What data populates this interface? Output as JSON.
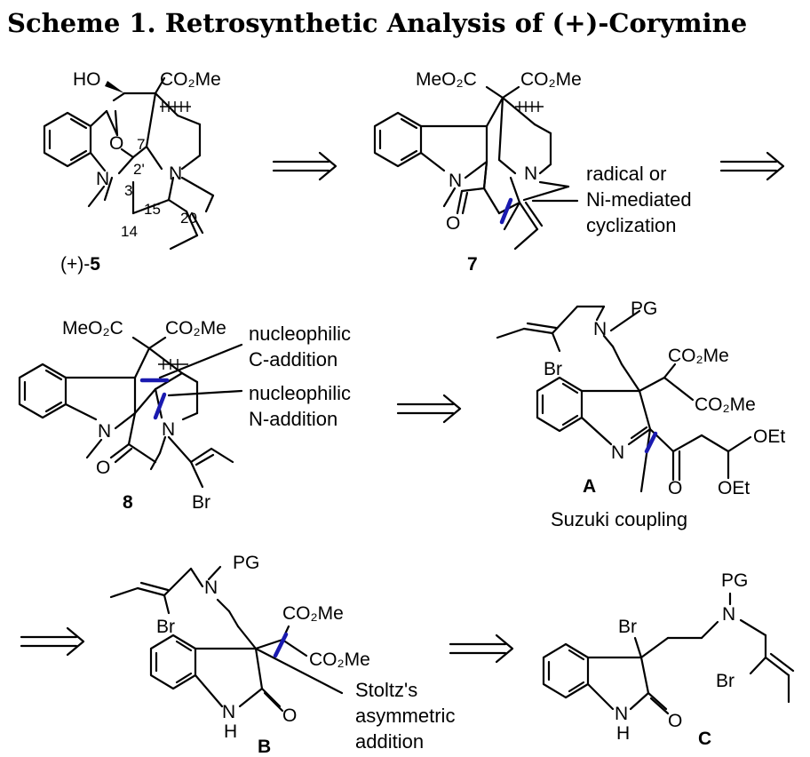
{
  "title": "Scheme 1. Retrosynthetic Analysis of (+)-Corymine",
  "compounds": {
    "c5": {
      "prefix": "(+)-",
      "number": "5"
    },
    "c7": {
      "number": "7"
    },
    "c8": {
      "number": "8"
    },
    "cA": {
      "number": "A"
    },
    "cB": {
      "number": "B"
    },
    "cC": {
      "number": "C"
    }
  },
  "atom_labels": {
    "HO": "HO",
    "CO2Me": "CO₂Me",
    "MeO2C": "MeO₂C",
    "O": "O",
    "N": "N",
    "H": "H",
    "Br": "Br",
    "PG": "PG",
    "OEt": "OEt"
  },
  "numbering": {
    "n7": "7",
    "n2": "2'",
    "n3": "3",
    "n15": "15",
    "n20": "20",
    "n14": "14"
  },
  "annotations": {
    "radical": [
      "radical or",
      "Ni-mediated",
      "cyclization"
    ],
    "nucC": [
      "nucleophilic",
      "C-addition"
    ],
    "nucN": [
      "nucleophilic",
      "N-addition"
    ],
    "suzuki": "Suzuki coupling",
    "stoltz": [
      "Stoltz's",
      "asymmetric",
      "addition"
    ]
  }
}
